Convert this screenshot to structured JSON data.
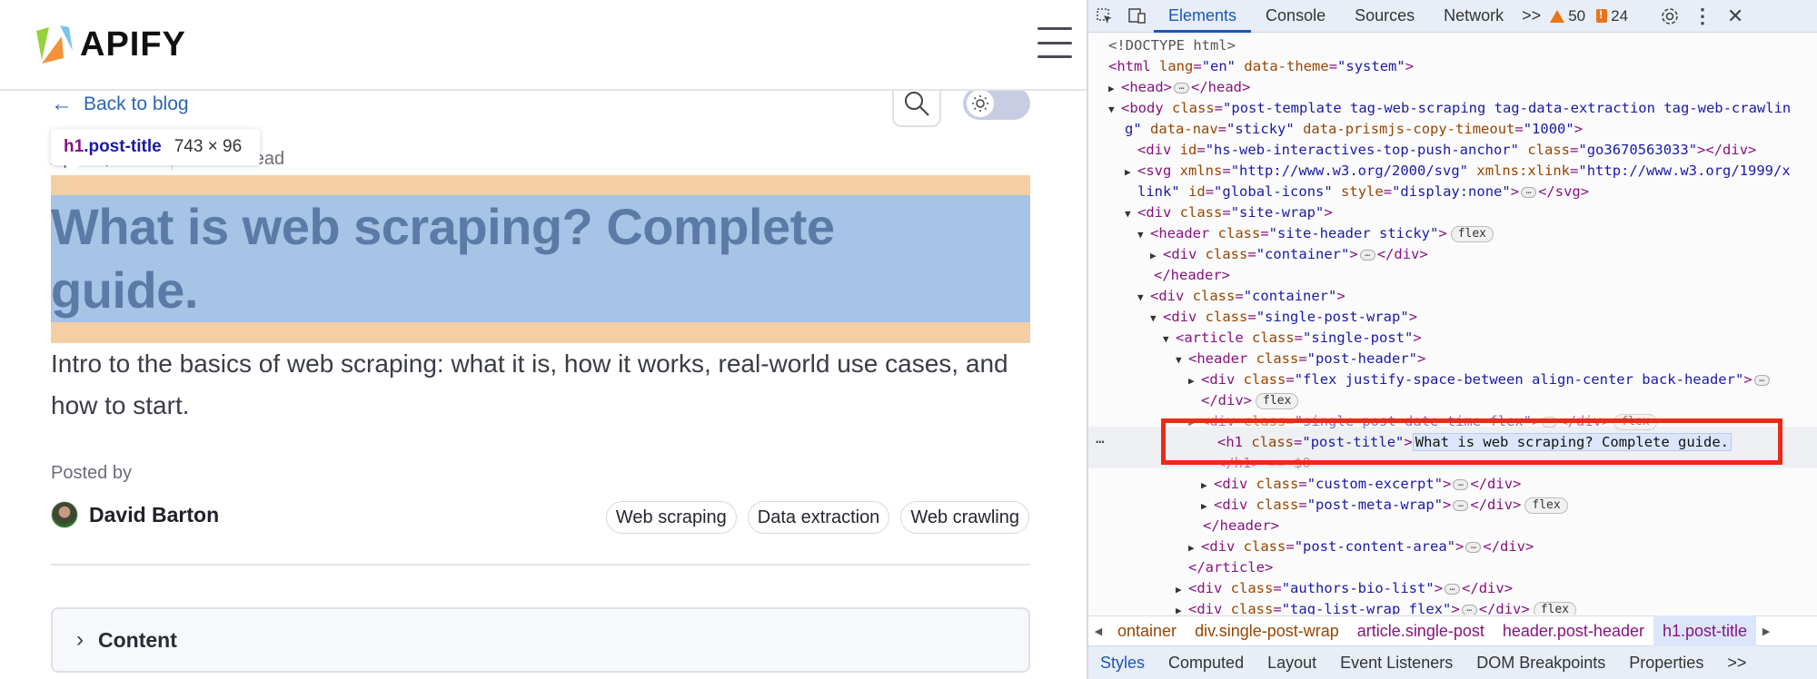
{
  "page": {
    "logo_text": "APIFY",
    "back_link": "Back to blog",
    "date": "Apr 16, 2024",
    "read_time": "12 min read",
    "tooltip": {
      "tag": "h1",
      "class": ".post-title",
      "dims": "743 × 96"
    },
    "title": "What is web scraping? Complete guide.",
    "excerpt": "Intro to the basics of web scraping: what it is, how it works, real-world use cases, and how to start.",
    "posted_by_label": "Posted by",
    "author_name": "David Barton",
    "tags": [
      "Web scraping",
      "Data extraction",
      "Web crawling"
    ],
    "toc_label": "Content",
    "colors": {
      "link": "#2d64b3",
      "margin_overlay": "#f4cfa3",
      "content_overlay": "#a7c3e5"
    }
  },
  "devtools": {
    "tabs": [
      "Elements",
      "Console",
      "Sources",
      "Network"
    ],
    "active_tab": "Elements",
    "more_tabs": ">>",
    "warnings_count": "50",
    "errors_count": "24",
    "dom": {
      "doctype": "<!DOCTYPE html>",
      "l1": {
        "tag": "html",
        "attrs": [
          [
            "lang",
            "en"
          ],
          [
            "data-theme",
            "system"
          ]
        ]
      },
      "l2": "head",
      "l3a": "post-template tag-web-scraping tag-data-extraction tag-web-crawlin",
      "l3b_pre": "g",
      "l3b_nav": "sticky",
      "l3b_prism": "1000",
      "l4_id": "hs-web-interactives-top-push-anchor",
      "l4_class": "go3670563033",
      "l5a_xmlns": "http://www.w3.org/2000/svg",
      "l5a_xlink": "http://www.w3.org/1999/x",
      "l5b_xlink": "link",
      "l5b_id": "global-icons",
      "l5b_style": "display:none",
      "site_wrap": "site-wrap",
      "site_header": "site-header sticky",
      "container": "container",
      "single_post_wrap": "single-post-wrap",
      "single_post": "single-post",
      "post_header": "post-header",
      "back_header": "flex justify-space-between align-center back-header",
      "date_time": "single-post-date-time flex",
      "h1_class": "post-title",
      "h1_text": "What is web scraping? Complete guide.",
      "h1_close_suffix": "== $0",
      "custom_excerpt": "custom-excerpt",
      "post_meta_wrap": "post-meta-wrap",
      "post_content_area": "post-content-area",
      "authors_bio_list": "authors-bio-list",
      "tag_list_wrap": "tag-list-wrap flex",
      "flex_label": "flex"
    },
    "breadcrumbs": [
      "ontainer",
      "div.single-post-wrap",
      "article.single-post",
      "header.post-header",
      "h1.post-title"
    ],
    "bottom_tabs": [
      "Styles",
      "Computed",
      "Layout",
      "Event Listeners",
      "DOM Breakpoints",
      "Properties",
      ">>"
    ],
    "active_bottom_tab": "Styles"
  }
}
